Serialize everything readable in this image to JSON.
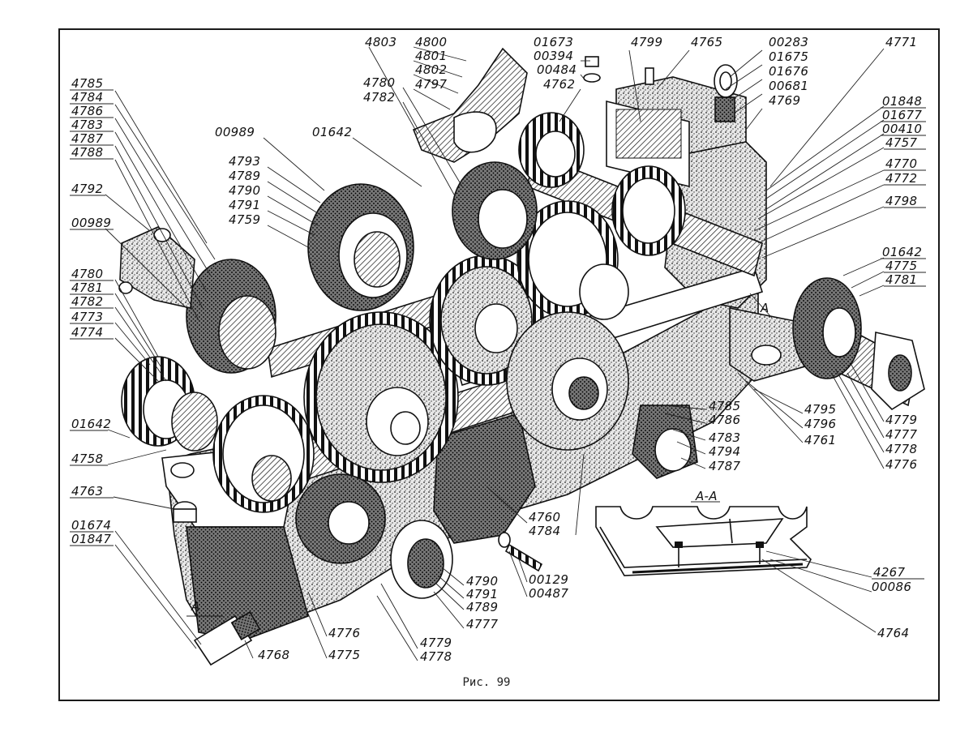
{
  "figure": {
    "caption": "Рис. 99",
    "section_title": "А-А",
    "section_marks": [
      "А",
      "А"
    ]
  },
  "labels": [
    {
      "id": "l01",
      "text": "4785"
    },
    {
      "id": "l02",
      "text": "4784"
    },
    {
      "id": "l03",
      "text": "4786"
    },
    {
      "id": "l04",
      "text": "4783"
    },
    {
      "id": "l05",
      "text": "4787"
    },
    {
      "id": "l06",
      "text": "4788"
    },
    {
      "id": "l07",
      "text": "4792"
    },
    {
      "id": "l08",
      "text": "00989"
    },
    {
      "id": "l09",
      "text": "4780"
    },
    {
      "id": "l10",
      "text": "4781"
    },
    {
      "id": "l11",
      "text": "4782"
    },
    {
      "id": "l12",
      "text": "4773"
    },
    {
      "id": "l13",
      "text": "4774"
    },
    {
      "id": "l14",
      "text": "01642"
    },
    {
      "id": "l15",
      "text": "4758"
    },
    {
      "id": "l16",
      "text": "4763"
    },
    {
      "id": "l17",
      "text": "01674"
    },
    {
      "id": "l18",
      "text": "01847"
    },
    {
      "id": "l19",
      "text": "4768"
    },
    {
      "id": "l20",
      "text": "4775"
    },
    {
      "id": "l21",
      "text": "4776"
    },
    {
      "id": "l22",
      "text": "4779"
    },
    {
      "id": "l23",
      "text": "4778"
    },
    {
      "id": "l24",
      "text": "4777"
    },
    {
      "id": "l25",
      "text": "4790"
    },
    {
      "id": "l26",
      "text": "4791"
    },
    {
      "id": "l27",
      "text": "4789"
    },
    {
      "id": "l28",
      "text": "00129"
    },
    {
      "id": "l29",
      "text": "00487"
    },
    {
      "id": "l30",
      "text": "4760"
    },
    {
      "id": "l31",
      "text": "4784"
    },
    {
      "id": "l32",
      "text": "00989"
    },
    {
      "id": "l33",
      "text": "01642"
    },
    {
      "id": "l34",
      "text": "4793"
    },
    {
      "id": "l35",
      "text": "4789"
    },
    {
      "id": "l36",
      "text": "4790"
    },
    {
      "id": "l37",
      "text": "4791"
    },
    {
      "id": "l38",
      "text": "4759"
    },
    {
      "id": "l39",
      "text": "4803"
    },
    {
      "id": "l40",
      "text": "4800"
    },
    {
      "id": "l41",
      "text": "4801"
    },
    {
      "id": "l42",
      "text": "4802"
    },
    {
      "id": "l43",
      "text": "4797"
    },
    {
      "id": "l44",
      "text": "4780"
    },
    {
      "id": "l45",
      "text": "4782"
    },
    {
      "id": "l46",
      "text": "01673"
    },
    {
      "id": "l47",
      "text": "00394"
    },
    {
      "id": "l48",
      "text": "00484"
    },
    {
      "id": "l49",
      "text": "4762"
    },
    {
      "id": "l50",
      "text": "4799"
    },
    {
      "id": "l51",
      "text": "4765"
    },
    {
      "id": "l52",
      "text": "00283"
    },
    {
      "id": "l53",
      "text": "01675"
    },
    {
      "id": "l54",
      "text": "01676"
    },
    {
      "id": "l55",
      "text": "00681"
    },
    {
      "id": "l56",
      "text": "4769"
    },
    {
      "id": "l57",
      "text": "4771"
    },
    {
      "id": "l58",
      "text": "01848"
    },
    {
      "id": "l59",
      "text": "01677"
    },
    {
      "id": "l60",
      "text": "00410"
    },
    {
      "id": "l61",
      "text": "4757"
    },
    {
      "id": "l62",
      "text": "4770"
    },
    {
      "id": "l63",
      "text": "4772"
    },
    {
      "id": "l64",
      "text": "4798"
    },
    {
      "id": "l65",
      "text": "01642"
    },
    {
      "id": "l66",
      "text": "4775"
    },
    {
      "id": "l67",
      "text": "4781"
    },
    {
      "id": "l68",
      "text": "4779"
    },
    {
      "id": "l69",
      "text": "4777"
    },
    {
      "id": "l70",
      "text": "4778"
    },
    {
      "id": "l71",
      "text": "4776"
    },
    {
      "id": "l72",
      "text": "4795"
    },
    {
      "id": "l73",
      "text": "4796"
    },
    {
      "id": "l74",
      "text": "4761"
    },
    {
      "id": "l75",
      "text": "4785"
    },
    {
      "id": "l76",
      "text": "4786"
    },
    {
      "id": "l77",
      "text": "4783"
    },
    {
      "id": "l78",
      "text": "4794"
    },
    {
      "id": "l79",
      "text": "4787"
    },
    {
      "id": "l80",
      "text": "4267"
    },
    {
      "id": "l81",
      "text": "00086"
    },
    {
      "id": "l82",
      "text": "4764"
    }
  ],
  "colors": {
    "ink": "#111111",
    "paper": "#ffffff",
    "stipple": "#2a2a2a"
  }
}
